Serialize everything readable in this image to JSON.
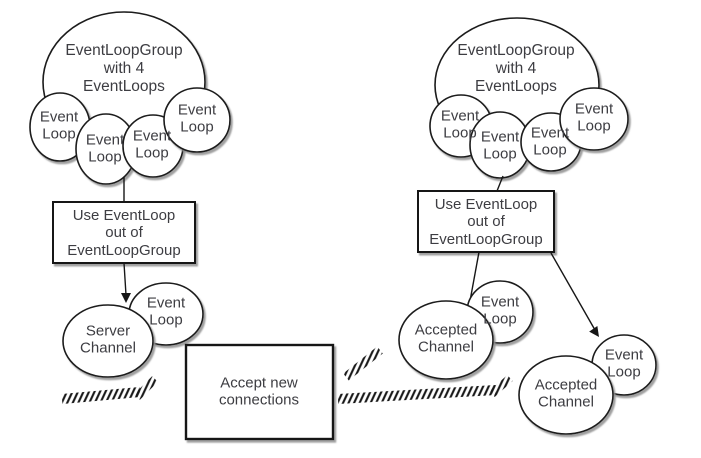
{
  "labels": {
    "event_loop_group": [
      "EventLoopGroup",
      "with 4",
      "EventLoops"
    ],
    "event_loop": [
      "Event",
      "Loop"
    ],
    "use_event_loop": [
      "Use EventLoop",
      "out of",
      "EventLoopGroup"
    ],
    "server_channel": [
      "Server",
      "Channel"
    ],
    "accepted_channel": [
      "Accepted",
      "Channel"
    ],
    "accept_new": [
      "Accept new",
      "connections"
    ]
  },
  "colors": {
    "stroke": "#1a1a1a",
    "text": "#3d3d42",
    "shape_fill": "#ffffff",
    "shadow": "#8f8f8f",
    "background": "#ffffff"
  }
}
